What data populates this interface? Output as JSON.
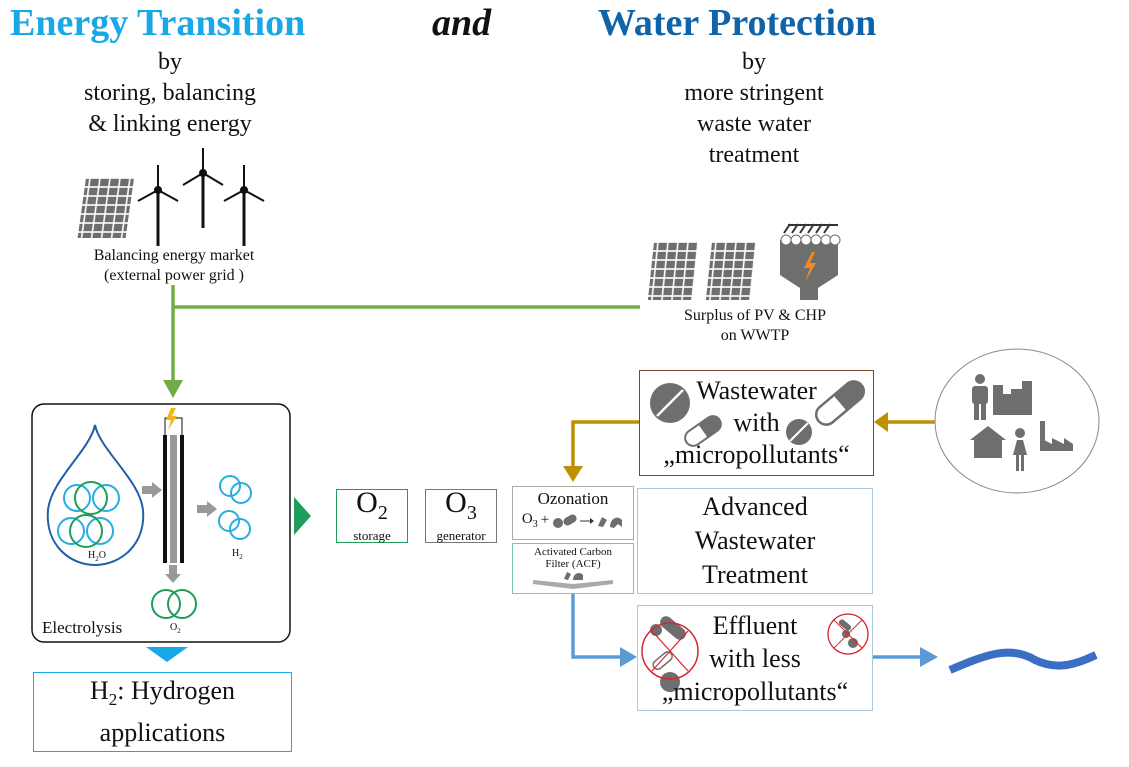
{
  "header": {
    "left_title": "Energy Transition",
    "conjunction": "and",
    "right_title": "Water Protection",
    "left_sub": [
      "by",
      "storing, balancing",
      "& linking energy"
    ],
    "right_sub": [
      "by",
      "more stringent",
      "waste water",
      "treatment"
    ],
    "colors": {
      "left_title": "#1AA7E6",
      "right_title": "#0F63A8"
    }
  },
  "grid_source": {
    "label_line1": "Balancing energy market",
    "label_line2": "(external power grid )",
    "icons": [
      "solar-panel-icon",
      "wind-turbine-icon",
      "wind-turbine-icon",
      "wind-turbine-icon"
    ]
  },
  "wwtp_source": {
    "label_line1": "Surplus of PV & CHP",
    "label_line2": "on WWTP",
    "icons": [
      "solar-panel-icon",
      "solar-panel-icon",
      "chp-digester-icon"
    ]
  },
  "electrolysis": {
    "label": "Electrolysis",
    "h2o": "H",
    "h2o_sub": "2",
    "h2o_end": "O",
    "h2": "H",
    "h2_sub": "2",
    "o2": "O",
    "o2_sub": "2"
  },
  "hydrogen_box": {
    "line1_main": "H",
    "line1_sub": "2",
    "line1_rest": ": Hydrogen",
    "line2": "applications"
  },
  "o2_storage": {
    "symbol": "O",
    "sub": "2",
    "label": "storage"
  },
  "o3_generator": {
    "symbol": "O",
    "sub": "3",
    "label": "generator"
  },
  "ozonation": {
    "title": "Ozonation",
    "formula_main": "O",
    "formula_sub": "3",
    "formula_plus": "+"
  },
  "acf": {
    "line1": "Activated Carbon",
    "line2": "Filter (ACF)"
  },
  "wastewater": {
    "line1": "Wastewater",
    "line2": "with",
    "line3": "„micropollutants“"
  },
  "advanced": {
    "line1": "Advanced",
    "line2": "Wastewater",
    "line3": "Treatment"
  },
  "effluent": {
    "line1": "Effluent",
    "line2": "with less",
    "line3": "„micropollutants“"
  },
  "sources_icons": [
    "man-icon",
    "city-buildings-icon",
    "house-icon",
    "woman-icon",
    "factory-icon"
  ],
  "colors": {
    "green_arrow": "#70AD47",
    "gold_arrow": "#BF9000",
    "blue_arrow": "#5B9BD5",
    "cyan": "#1AA7E6",
    "dark_green": "#1E9E5A",
    "river": "#3A6FC4",
    "icon_gray": "#6E6E6E"
  }
}
